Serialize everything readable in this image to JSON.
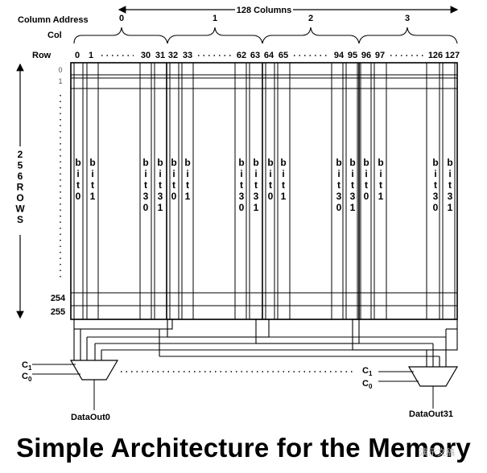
{
  "header": {
    "total_columns": "128 Columns",
    "column_address_label": "Column Address",
    "col_label": "Col",
    "row_label": "Row",
    "address_groups": [
      "0",
      "1",
      "2",
      "3"
    ],
    "column_numbers": [
      {
        "text": "0"
      },
      {
        "text": "1"
      },
      {
        "text": "30"
      },
      {
        "text": "31"
      },
      {
        "text": "32"
      },
      {
        "text": "33"
      },
      {
        "text": "62"
      },
      {
        "text": "63"
      },
      {
        "text": "64"
      },
      {
        "text": "65"
      },
      {
        "text": "94"
      },
      {
        "text": "95"
      },
      {
        "text": "96"
      },
      {
        "text": "97"
      },
      {
        "text": "126"
      },
      {
        "text": "127"
      }
    ]
  },
  "rows": {
    "top": [
      "0",
      "1"
    ],
    "bottom": [
      "254",
      "255"
    ],
    "side_label": "256ROWS"
  },
  "bit_labels": [
    "bit0",
    "bit1",
    "bit30",
    "bit31",
    "bit0",
    "bit1",
    "bit30",
    "bit31",
    "bit0",
    "bit1",
    "bit30",
    "bit31",
    "bit0",
    "bit1",
    "bit30",
    "bit31"
  ],
  "mux": {
    "left": {
      "c1": "C1",
      "c0": "C0",
      "output": "DataOut0"
    },
    "right": {
      "c1": "C1",
      "c0": "C0",
      "output": "DataOut31"
    }
  },
  "caption": "Simple Architecture for the Memory",
  "watermark": "演示文稿"
}
